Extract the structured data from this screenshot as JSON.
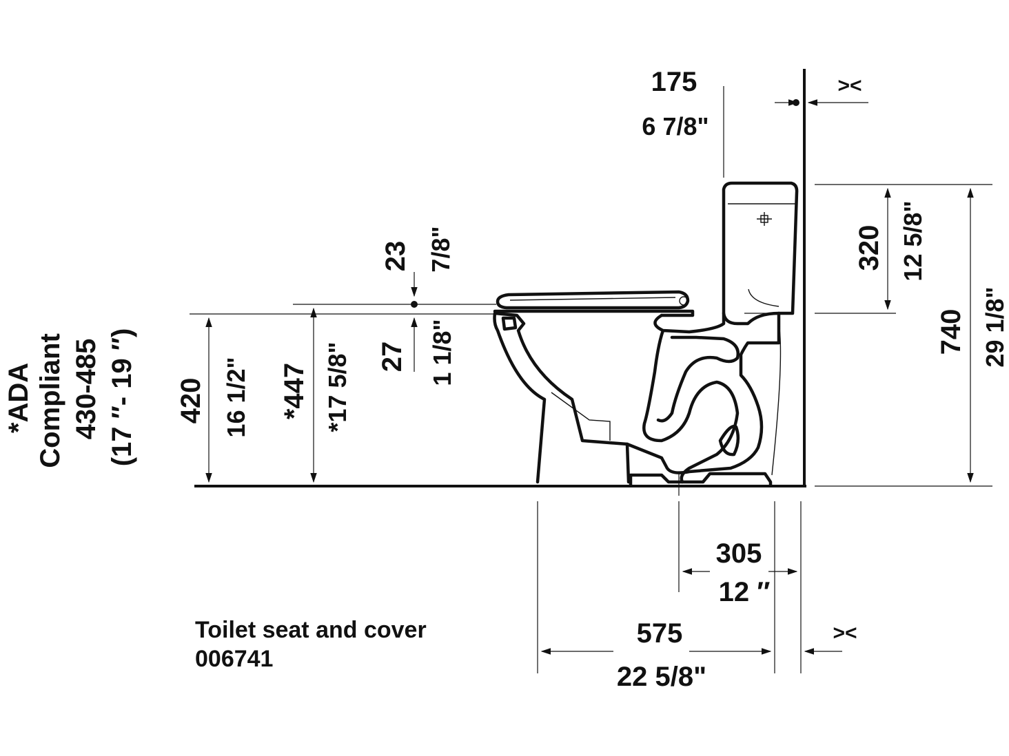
{
  "dims": {
    "d175": "175",
    "d175_in": "6 7/8\"",
    "d23": "23",
    "d23_in": "7/8\"",
    "d27": "27",
    "d27_in": "1 1/8\"",
    "d420": "420",
    "d420_in": "16 1/2\"",
    "d447": "*447",
    "d447_in": "*17 5/8\"",
    "d320": "320",
    "d320_in": "12 5/8\"",
    "d740": "740",
    "d740_in": "29 1/8\"",
    "d305": "305",
    "d305_in": "12 ″",
    "d575": "575",
    "d575_in": "22 5/8\""
  },
  "ada": {
    "line1": "*ADA",
    "line2": "Compliant",
    "line3": "430-485",
    "line4": "(17 ″- 19 ″)"
  },
  "note": {
    "line1": "Toilet seat and cover",
    "line2": "006741"
  },
  "symbols": {
    "wall_marker_top": "><",
    "wall_marker_bottom": "><"
  }
}
